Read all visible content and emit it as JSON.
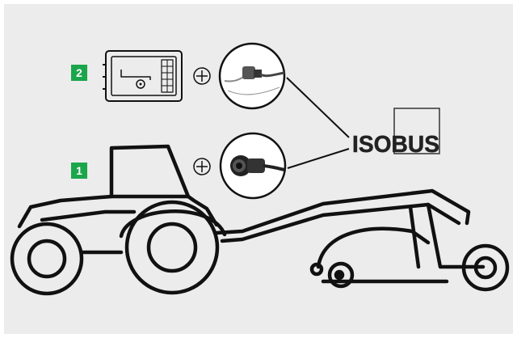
{
  "steps": [
    {
      "number": "2",
      "description": ""
    },
    {
      "number": "1",
      "description": ""
    }
  ],
  "logo": {
    "text": "ISOBUS"
  },
  "colors": {
    "background": "#ececec",
    "badge": "#1aa64b",
    "line": "#111111"
  },
  "icons": [
    "terminal-icon",
    "plus-icon",
    "cable-connector-icon",
    "socket-connector-icon",
    "isobus-logo",
    "tractor-icon",
    "implement-icon"
  ]
}
